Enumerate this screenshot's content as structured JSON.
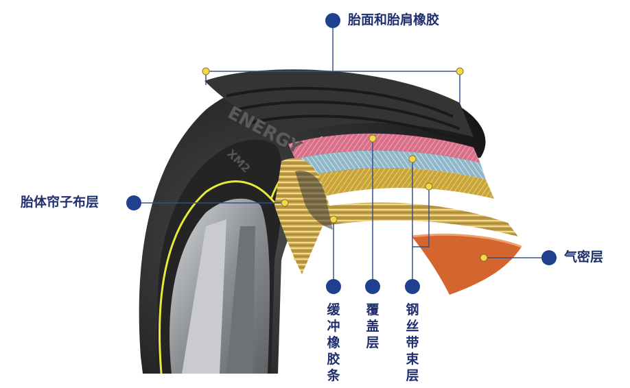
{
  "labels": {
    "tread": "胎面和胎肩橡胶",
    "carcass": "胎体帘子布层",
    "innerliner": "气密层",
    "cushion": "缓冲橡胶条",
    "cap": "覆盖层",
    "belt": "钢丝带束层"
  },
  "sidewall_text": {
    "brand": "ENERGY",
    "model": "XM2"
  },
  "colors": {
    "label": "#1f2f6e",
    "marker": "#1f3f8f",
    "leader_line": "#3a4f8a",
    "pin": "#f2d84a",
    "tire": "#2a2a2a",
    "cap_layer": "#d8708a",
    "belt_layer": "#8fb7c8",
    "cushion_layer": "#d7bb4e",
    "innerliner": "#d5652f",
    "carcass_outline": "#e8ea3a",
    "rim": "#9a9da2"
  }
}
